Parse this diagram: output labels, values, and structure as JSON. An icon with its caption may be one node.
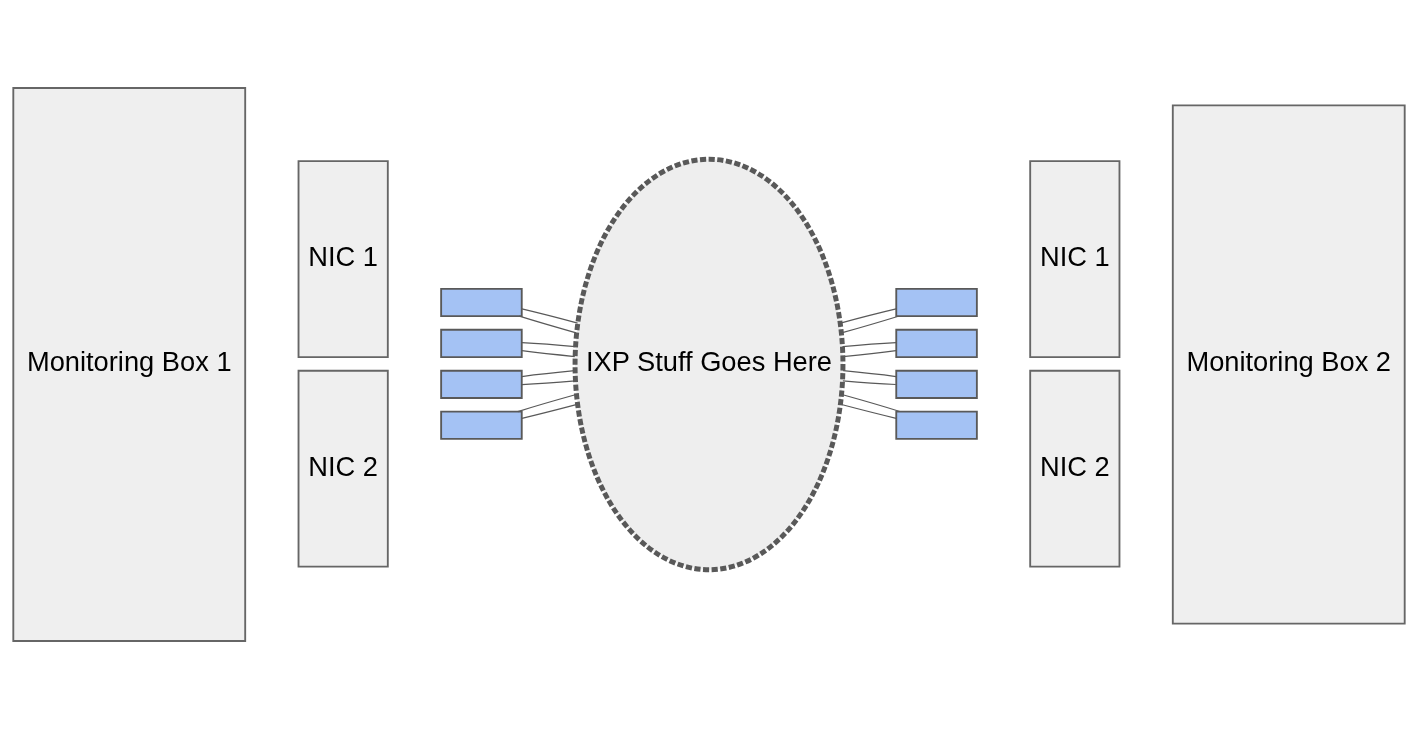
{
  "diagram": {
    "nodes": [
      {
        "text": [
          "Monitoring Box 1"
        ]
      },
      {
        "text": [
          "NIC 1"
        ]
      },
      {
        "text": [
          "NIC 2"
        ]
      },
      {
        "text": [],
        "shape": "box"
      },
      {
        "text": [],
        "shape": "box"
      },
      {
        "text": [],
        "shape": "box"
      },
      {
        "text": [],
        "shape": "box"
      },
      {
        "text": [
          "IXP Stuff Goes Here"
        ]
      },
      {
        "text": [
          "Monitoring Box 2"
        ]
      },
      {
        "text": [
          "NIC 1"
        ]
      },
      {
        "text": [
          "NIC 2"
        ]
      },
      {
        "text": [],
        "shape": "box"
      },
      {
        "text": [],
        "shape": "box"
      },
      {
        "text": [],
        "shape": "box"
      },
      {
        "text": [],
        "shape": "box"
      }
    ],
    "edges": [
      {
        "from": 3,
        "to": 7,
        "arrow": "none"
      },
      {
        "from": 3,
        "to": 7,
        "arrow": "none"
      },
      {
        "from": 4,
        "to": 7,
        "arrow": "none"
      },
      {
        "from": 4,
        "to": 7,
        "arrow": "none"
      },
      {
        "from": 5,
        "to": 7,
        "arrow": "none"
      },
      {
        "from": 5,
        "to": 7,
        "arrow": "none"
      },
      {
        "from": 6,
        "to": 7,
        "arrow": "none"
      },
      {
        "from": 6,
        "to": 7,
        "arrow": "none"
      },
      {
        "from": 7,
        "to": 11,
        "arrow": "none"
      },
      {
        "from": 7,
        "to": 11,
        "arrow": "none"
      },
      {
        "from": 7,
        "to": 12,
        "arrow": "none"
      },
      {
        "from": 7,
        "to": 12,
        "arrow": "none"
      },
      {
        "from": 7,
        "to": 13,
        "arrow": "none"
      },
      {
        "from": 7,
        "to": 13,
        "arrow": "none"
      },
      {
        "from": 7,
        "to": 14,
        "arrow": "none"
      },
      {
        "from": 7,
        "to": 14,
        "arrow": "none"
      }
    ]
  }
}
